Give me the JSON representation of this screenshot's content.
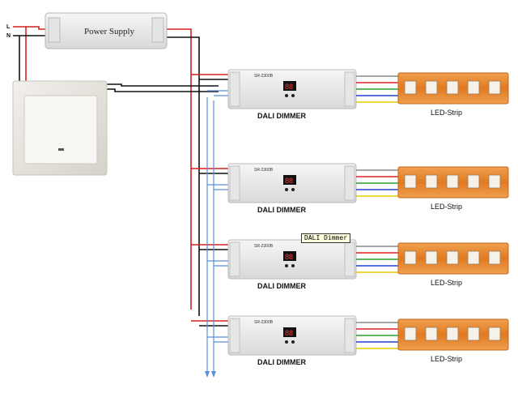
{
  "power_supply": {
    "label": "Power Supply"
  },
  "mains": {
    "line_label": "L",
    "neutral_label": "N"
  },
  "dimmer": {
    "model": "SR-2300B",
    "label": "DALI DIMMER",
    "display_text": "88"
  },
  "strip": {
    "label": "LED-Strip"
  },
  "tooltip": {
    "text": "DALI Dimmer"
  },
  "colors": {
    "line": "#d42020",
    "neutral": "#111111",
    "dali": "#5a8fd8",
    "out_white": "#888888",
    "out_red": "#e02020",
    "out_green": "#2aa02a",
    "out_blue": "#2040d0",
    "out_yellow": "#e8c800",
    "strip_fill": "#e88a30"
  },
  "rows": [
    {
      "dimmer_label": "DALI DIMMER",
      "strip_label": "LED-Strip"
    },
    {
      "dimmer_label": "DALI DIMMER",
      "strip_label": "LED-Strip"
    },
    {
      "dimmer_label": "DALI DIMMER",
      "strip_label": "LED-Strip"
    },
    {
      "dimmer_label": "DALI DIMMER",
      "strip_label": "LED-Strip"
    }
  ]
}
